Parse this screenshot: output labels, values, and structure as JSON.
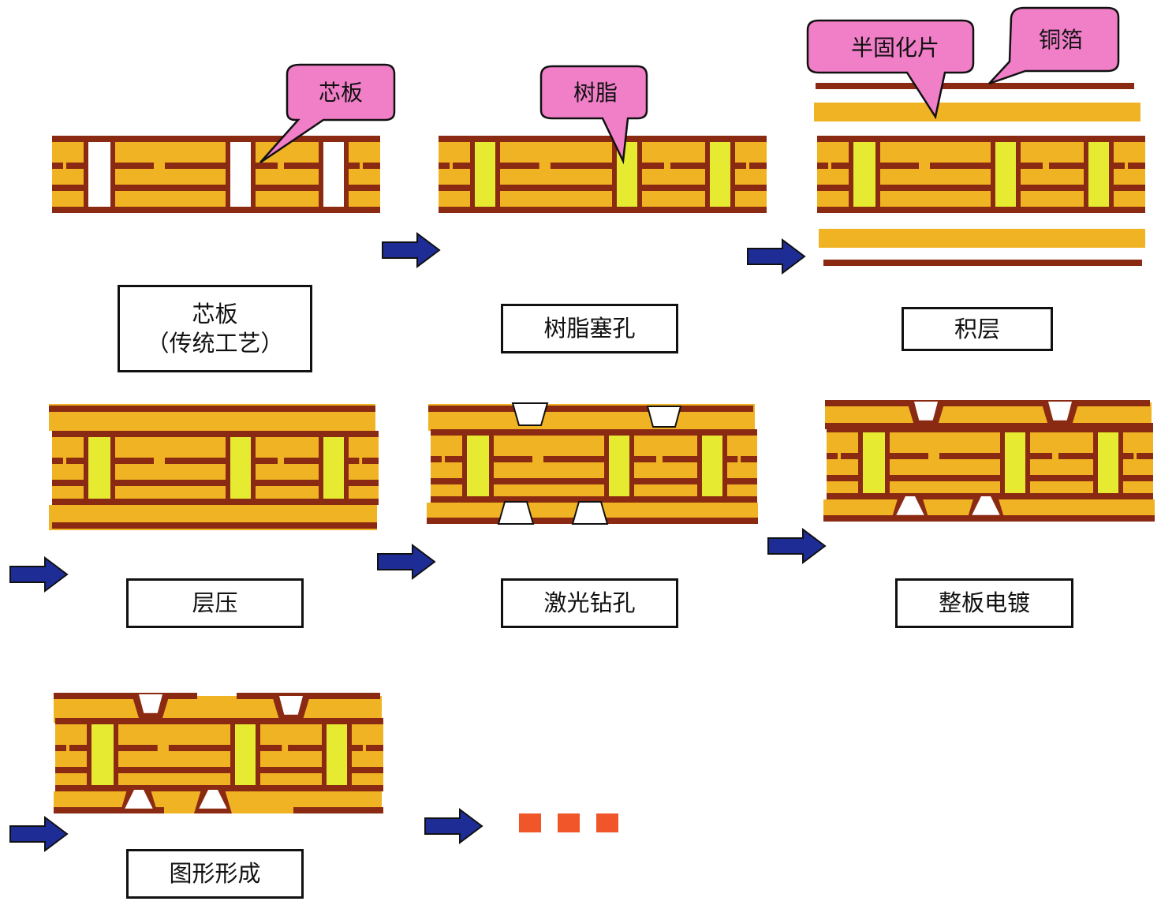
{
  "stages": [
    {
      "id": "core",
      "label_line1": "芯板",
      "label_line2": "（传统工艺）"
    },
    {
      "id": "resin",
      "label": "树脂塞孔"
    },
    {
      "id": "buildup",
      "label": "积层"
    },
    {
      "id": "laminate",
      "label": "层压"
    },
    {
      "id": "laser",
      "label": "激光钻孔"
    },
    {
      "id": "plating",
      "label": "整板电镀"
    },
    {
      "id": "pattern",
      "label": "图形形成"
    }
  ],
  "callouts": {
    "core": "芯板",
    "resin": "树脂",
    "prepreg": "半固化片",
    "copper_foil": "铜箔"
  },
  "colors": {
    "substrate": "#F0B323",
    "copper": "#8B2A12",
    "resin": "#E6EB32",
    "callout_fill": "#F07FC8",
    "arrow": "#1E2C96",
    "ellipsis": "#F0562A"
  }
}
